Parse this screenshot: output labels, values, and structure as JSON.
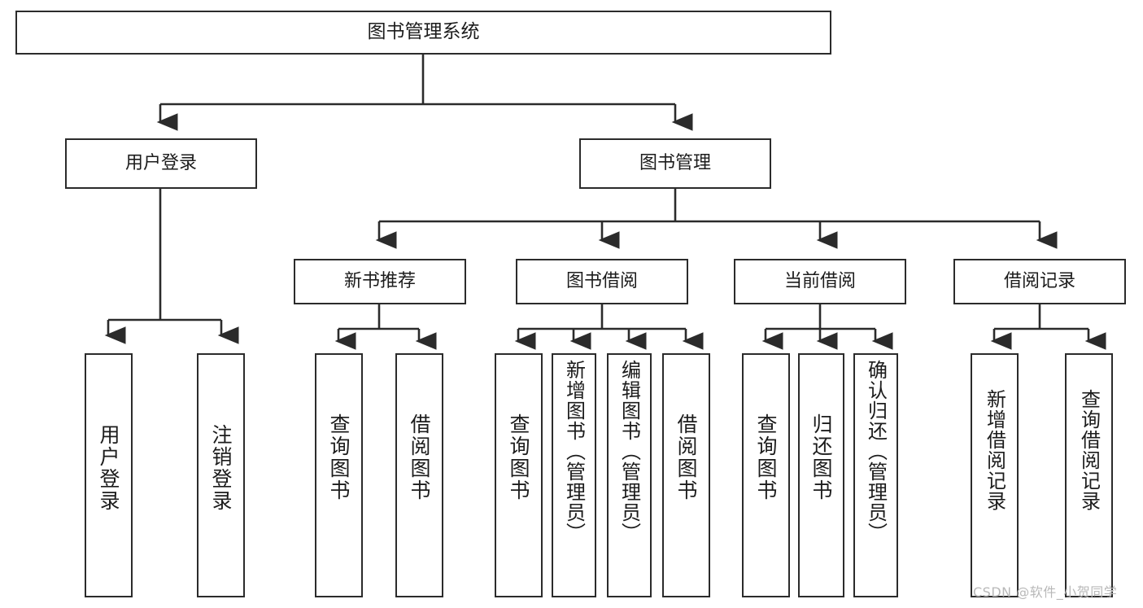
{
  "diagram": {
    "title": "图书管理系统",
    "watermark": "CSDN @软件_小贺同学",
    "root": {
      "label": "图书管理系统"
    },
    "level2": [
      {
        "label": "用户登录"
      },
      {
        "label": "图书管理"
      }
    ],
    "level3": [
      {
        "label": "新书推荐"
      },
      {
        "label": "图书借阅"
      },
      {
        "label": "当前借阅"
      },
      {
        "label": "借阅记录"
      }
    ],
    "leaves": {
      "user_login": [
        {
          "label": "用户登录"
        },
        {
          "label": "注销登录"
        }
      ],
      "new_book_recommend": [
        {
          "label": "查询图书"
        },
        {
          "label": "借阅图书"
        }
      ],
      "book_borrow": [
        {
          "label": "查询图书"
        },
        {
          "label": "新增图书（管理员）"
        },
        {
          "label": "编辑图书（管理员）"
        },
        {
          "label": "借阅图书"
        }
      ],
      "current_borrow": [
        {
          "label": "查询图书"
        },
        {
          "label": "归还图书"
        },
        {
          "label": "确认归还（管理员）"
        }
      ],
      "borrow_record": [
        {
          "label": "新增借阅记录"
        },
        {
          "label": "查询借阅记录"
        }
      ]
    },
    "colors": {
      "stroke": "#2b2b2b",
      "text": "#1c1c1c",
      "background": "#ffffff",
      "watermark": "#b8b8b8"
    }
  }
}
